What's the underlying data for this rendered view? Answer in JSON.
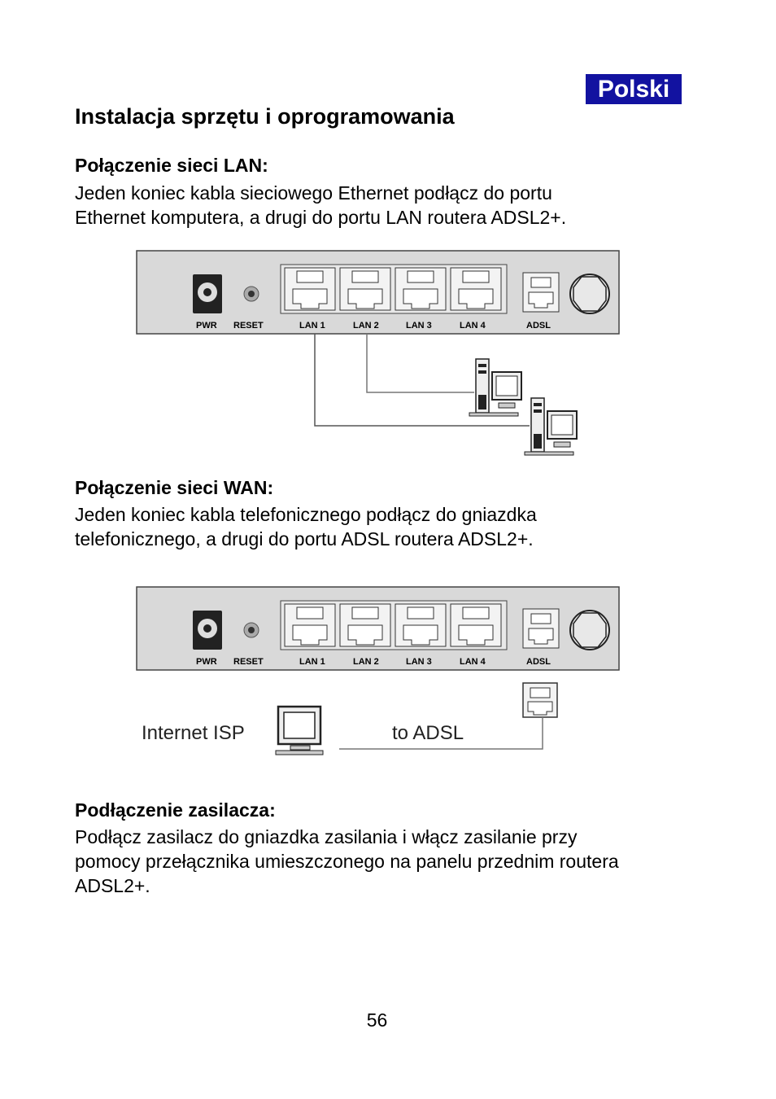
{
  "badge": "Polski",
  "title": "Instalacja sprzętu i oprogramowania",
  "sections": [
    {
      "heading": "Połączenie sieci LAN:",
      "lines": [
        "Jeden koniec kabla sieciowego Ethernet podłącz do portu",
        "Ethernet komputera, a drugi do portu LAN routera ADSL2+."
      ]
    },
    {
      "heading": "Połączenie sieci WAN:",
      "lines": [
        "Jeden koniec kabla telefonicznego podłącz do gniazdka",
        "telefonicznego, a drugi do portu ADSL routera ADSL2+."
      ]
    },
    {
      "heading": "Podłączenie zasilacza:",
      "lines": [
        "Podłącz zasilacz do gniazdka zasilania i włącz zasilanie przy",
        "pomocy przełącznika umieszczonego na panelu przednim routera",
        "ADSL2+."
      ]
    }
  ],
  "panel_labels": {
    "pwr": "PWR",
    "reset": "RESET",
    "lan1": "LAN 1",
    "lan2": "LAN 2",
    "lan3": "LAN 3",
    "lan4": "LAN 4",
    "adsl": "ADSL"
  },
  "wan_figure": {
    "isp_label": "Internet ISP",
    "adsl_label": "to ADSL"
  },
  "page_number": "56",
  "colors": {
    "badge_bg": "#1212a0",
    "panel_bg": "#d9d9d9"
  }
}
